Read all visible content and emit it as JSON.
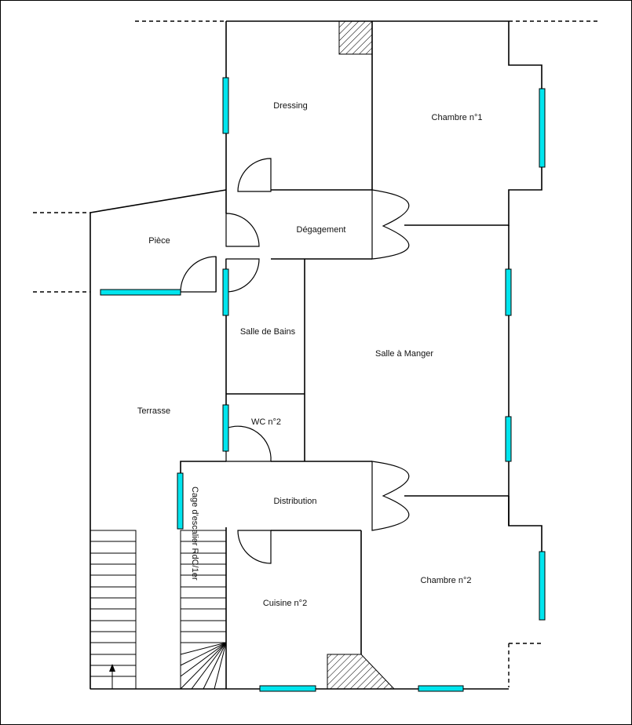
{
  "rooms": {
    "dressing": "Dressing",
    "chambre1": "Chambre n°1",
    "degagement": "Dégagement",
    "piece": "Pièce",
    "salle_bains": "Salle de Bains",
    "salle_manger": "Salle à Manger",
    "terrasse": "Terrasse",
    "wc2": "WC n°2",
    "distribution": "Distribution",
    "cage_escalier": "Cage d'escalier RdC/1er",
    "cuisine2": "Cuisine n°2",
    "chambre2": "Chambre n°2"
  },
  "colors": {
    "window": "#00e5ee",
    "wall": "#000000",
    "background": "#ffffff"
  }
}
